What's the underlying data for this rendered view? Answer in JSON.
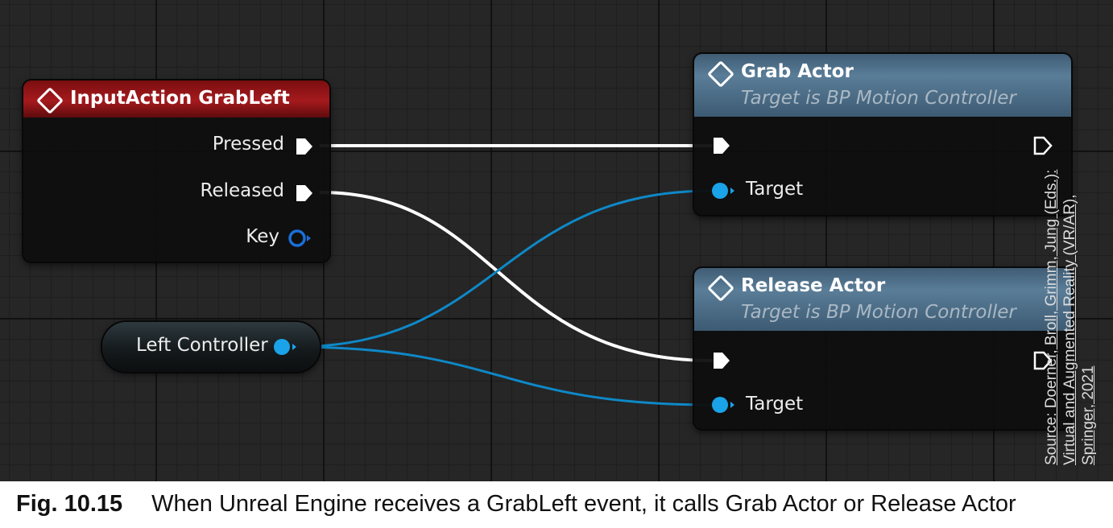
{
  "nodes": {
    "input_action": {
      "title": "InputAction GrabLeft",
      "pins": {
        "pressed": "Pressed",
        "released": "Released",
        "key": "Key"
      }
    },
    "grab_actor": {
      "title": "Grab Actor",
      "subtitle": "Target is BP Motion Controller",
      "target_label": "Target"
    },
    "release_actor": {
      "title": "Release Actor",
      "subtitle": "Target is BP Motion Controller",
      "target_label": "Target"
    },
    "variable": {
      "label": "Left Controller"
    }
  },
  "connections": [
    {
      "from": "InputAction GrabLeft.Pressed",
      "to": "Grab Actor.exec",
      "kind": "exec"
    },
    {
      "from": "InputAction GrabLeft.Released",
      "to": "Release Actor.exec",
      "kind": "exec"
    },
    {
      "from": "Left Controller",
      "to": "Grab Actor.Target",
      "kind": "object"
    },
    {
      "from": "Left Controller",
      "to": "Release Actor.Target",
      "kind": "object"
    }
  ],
  "colors": {
    "exec_wire": "#ffffff",
    "object_wire": "#0e88c7",
    "object_pin": "#1aa3e8",
    "input_header": "#a51a1d",
    "function_header": "#5a7d98",
    "grid_background": "#262626"
  },
  "watermark": {
    "line1": "Source: Doerner, Broll, Grimm, Jung (Eds.):",
    "line2": "Virtual and Augmented Reality (VR/AR),",
    "line3": "Springer, 2021"
  },
  "caption": {
    "figure_number": "Fig. 10.15",
    "text": "When Unreal Engine receives a GrabLeft event, it calls Grab Actor or Release Actor"
  }
}
